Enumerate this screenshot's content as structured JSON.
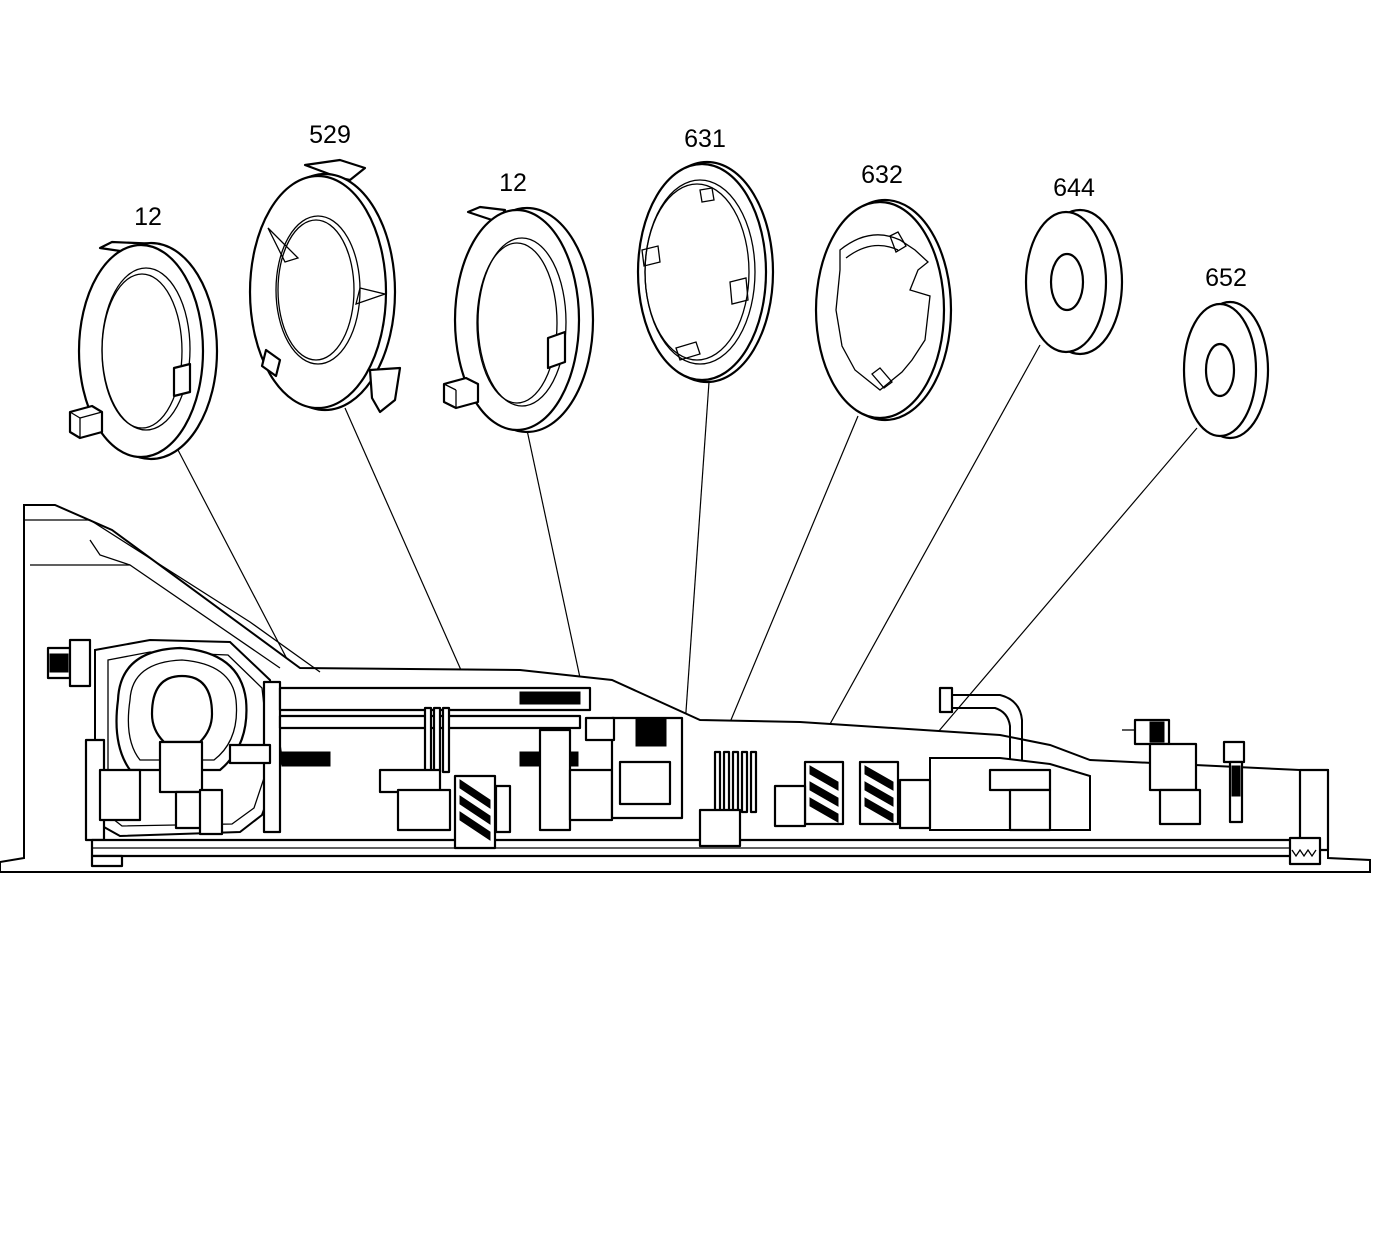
{
  "colors": {
    "line": "#000000",
    "background": "#ffffff"
  },
  "callouts": [
    {
      "label": "12"
    },
    {
      "label": "529"
    },
    {
      "label": "12"
    },
    {
      "label": "631"
    },
    {
      "label": "632"
    },
    {
      "label": "644"
    },
    {
      "label": "652"
    }
  ]
}
